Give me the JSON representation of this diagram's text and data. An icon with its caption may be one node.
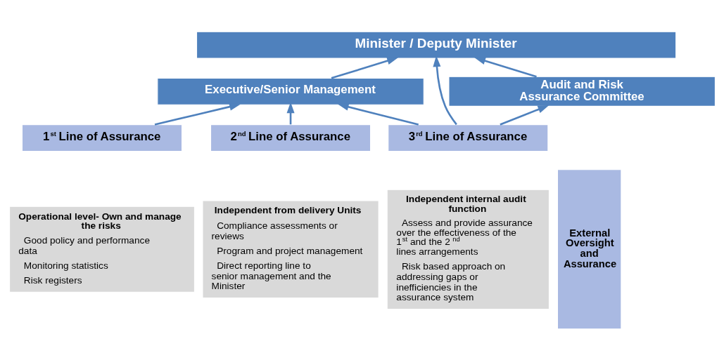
{
  "diagram": {
    "nodes": [
      {
        "text": [
          "Minister / Deputy Minister"
        ]
      },
      {
        "text": [
          "Executive/Senior Management"
        ]
      },
      {
        "text": [
          "Audit and Risk Assurance Committee"
        ]
      },
      {
        "text": [
          "1$^{st}$ Line of Assurance"
        ]
      },
      {
        "text": [
          "Operational level- Own and manage the risks",
          "Good policy and performance data",
          "Monitoring statistics",
          "Risk registers"
        ]
      },
      {
        "text": [
          "2$^{nd}$ Line of Assurance"
        ]
      },
      {
        "text": [
          "Independent from delivery Units",
          "Compliance assessments or reviews",
          "Program and project management",
          "Direct reporting line to senior management and the Minister"
        ]
      },
      {
        "text": [
          "3$^{rd}$ Line of Assurance"
        ]
      },
      {
        "text": [
          "Independent internal audit function",
          "Assess and provide assurance over the effectiveness of the 1$^{st}$ and the 2$^{nd}$ lines arrangements",
          "Risk based approach on addressing gaps or inefficiencies in the assurance system"
        ]
      },
      {
        "text": [
          "External Oversight and Assurance"
        ]
      }
    ],
    "edges": [
      {
        "from": 1,
        "to": 0,
        "arrow": "to"
      },
      {
        "from": 2,
        "to": 0,
        "arrow": "to"
      },
      {
        "from": 3,
        "to": 1,
        "arrow": "to"
      },
      {
        "from": 5,
        "to": 1,
        "arrow": "to"
      },
      {
        "from": 7,
        "to": 1,
        "arrow": "to"
      },
      {
        "from": 7,
        "to": 2,
        "arrow": "to"
      },
      {
        "from": 7,
        "to": 0,
        "arrow": "to"
      }
    ]
  }
}
